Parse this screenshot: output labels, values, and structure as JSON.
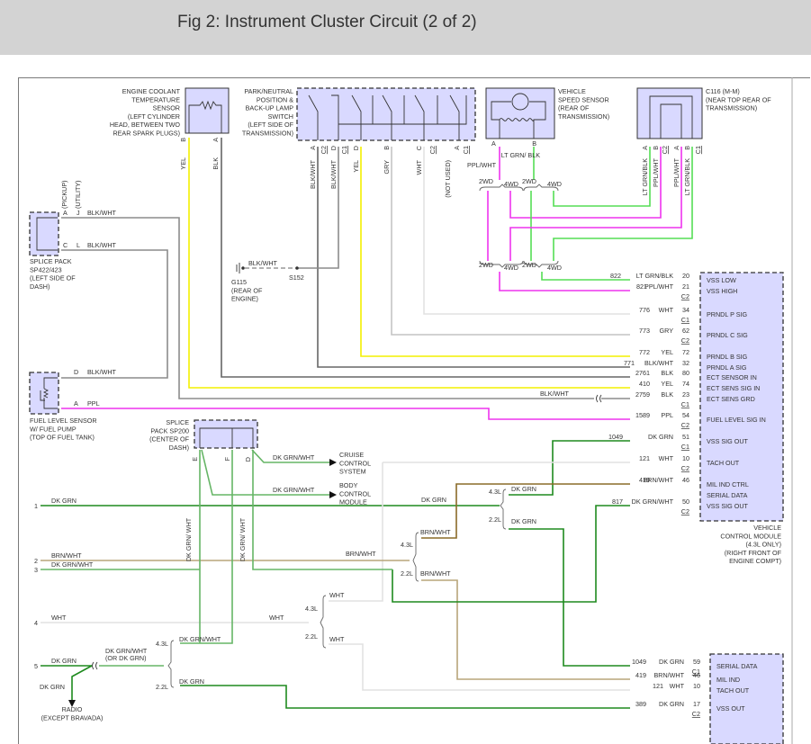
{
  "page_title": "Fig 2: Instrument Cluster Circuit (2 of 2)",
  "components": {
    "ect_sensor": {
      "lines": [
        "ENGINE COOLANT",
        "TEMPERATURE",
        "SENSOR",
        "(LEFT CYLINDER",
        "HEAD, BETWEEN TWO",
        "REAR SPARK PLUGS)"
      ],
      "pins": [
        "B",
        "A"
      ],
      "wires": [
        "YEL",
        "BLK"
      ]
    },
    "pnp_switch": {
      "lines": [
        "PARK/NEUTRAL",
        "POSITION &",
        "BACK-UP LAMP",
        "SWITCH",
        "(LEFT SIDE OF",
        "TRANSMISSION)"
      ],
      "pins": [
        "A",
        "C2",
        "D",
        "C1",
        "D",
        "B",
        "C",
        "C2",
        "A",
        "C1"
      ],
      "wires": [
        "BLK/WHT",
        "BLK/WHT",
        "YEL",
        "GRY",
        "WHT",
        "(NOT USED)"
      ]
    },
    "vss": {
      "lines": [
        "VEHICLE",
        "SPEED SENSOR",
        "(REAR OF",
        "TRANSMISSION)"
      ],
      "pins": [
        "A",
        "B"
      ],
      "wires": [
        "PPL/WHT",
        "LT GRN/ BLK"
      ]
    },
    "c116": {
      "lines": [
        "C116 (M-M)",
        "(NEAR TOP REAR OF",
        "TRANSMISSION)"
      ],
      "pins": [
        "A",
        "B",
        "C2",
        "A",
        "B",
        "C1"
      ],
      "wires": [
        "LT GRN/BLK",
        "PPL/WHT",
        "PPL/WHT",
        "LT GRN/BLK"
      ]
    },
    "splice_sp422": {
      "lines": [
        "SPLICE PACK",
        "SP422/423",
        "(LEFT SIDE OF",
        "DASH)"
      ],
      "pin_a": "A",
      "pin_j": "J",
      "pin_c": "C",
      "pin_l": "L",
      "pickup": "(PICKUP)",
      "utility": "(UTILITY)",
      "wire1": "BLK/WHT",
      "wire2": "BLK/WHT"
    },
    "ground_g115": {
      "lines": [
        "G115",
        "(REAR OF",
        "ENGINE)"
      ],
      "wire": "BLK/WHT",
      "splice": "S152"
    },
    "fuel_sensor": {
      "lines": [
        "FUEL LEVEL SENSOR",
        "W/ FUEL PUMP",
        "(TOP OF FUEL TANK)"
      ],
      "pin_d": "D",
      "wire_d": "BLK/WHT",
      "pin_a": "A",
      "wire_a": "PPL"
    },
    "splice_sp200": {
      "lines": [
        "SPLICE",
        "PACK SP200",
        "(CENTER OF",
        "DASH)"
      ],
      "pins": [
        "E",
        "F",
        "D"
      ]
    },
    "cruise": {
      "lines": [
        "CRUISE",
        "CONTROL",
        "SYSTEM"
      ],
      "wire": "DK GRN/WHT"
    },
    "bcm": {
      "lines": [
        "BODY",
        "CONTROL",
        "MODULE"
      ],
      "wire": "DK GRN/WHT"
    },
    "vcm": {
      "lines": [
        "VEHICLE",
        "CONTROL MODULE",
        "(4.3L ONLY)",
        "(RIGHT FRONT OF",
        "ENGINE COMPT)"
      ]
    },
    "radio": {
      "lines": [
        "RADIO",
        "(EXCEPT BRAVADA)"
      ]
    }
  },
  "drivetrain": {
    "two_wd": "2WD",
    "four_wd": "4WD"
  },
  "engine": {
    "v6": "4.3L",
    "i4": "2.2L"
  },
  "vcm_pins": [
    {
      "circuit": "822",
      "color": "LT GRN/BLK",
      "pin": "20",
      "label": "VSS LOW"
    },
    {
      "circuit": "821",
      "color": "PPL/WHT",
      "pin": "21",
      "label": "VSS HIGH",
      "conn": "C2"
    },
    {
      "circuit": "776",
      "color": "WHT",
      "pin": "34",
      "label": "PRNDL P SIG",
      "conn": "C1"
    },
    {
      "circuit": "773",
      "color": "GRY",
      "pin": "62",
      "label": "PRNDL C SIG",
      "conn": "C2"
    },
    {
      "circuit": "772",
      "color": "YEL",
      "pin": "72",
      "label": "PRNDL B SIG"
    },
    {
      "circuit": "771",
      "color": "BLK/WHT",
      "pin": "32",
      "label": "PRNDL A SIG"
    },
    {
      "circuit": "2761",
      "color": "BLK",
      "pin": "80",
      "label": "ECT SENSOR IN"
    },
    {
      "circuit": "410",
      "color": "YEL",
      "pin": "74",
      "label": "ECT SENS SIG IN"
    },
    {
      "circuit": "2759",
      "color": "BLK",
      "pin": "23",
      "label": "ECT SENS GRD",
      "conn": "C1"
    },
    {
      "circuit": "1589",
      "color": "PPL",
      "pin": "54",
      "label": "FUEL LEVEL SIG IN",
      "conn": "C2"
    },
    {
      "circuit": "1049",
      "color": "DK GRN",
      "pin": "51",
      "label": "VSS SIG OUT",
      "conn": "C1"
    },
    {
      "circuit": "121",
      "color": "WHT",
      "pin": "10",
      "label": "TACH OUT",
      "conn": "C2"
    },
    {
      "circuit": "419",
      "color": "BRN/WHT",
      "pin": "46",
      "label": "MIL IND CTRL"
    },
    {
      "circuit": "",
      "color": "",
      "pin": "",
      "label": "SERIAL DATA"
    },
    {
      "circuit": "817",
      "color": "DK GRN/WHT",
      "pin": "50",
      "label": "VSS SIG OUT",
      "conn": "C2"
    }
  ],
  "ecm_pins": [
    {
      "circuit": "1049",
      "color": "DK GRN",
      "pin": "59",
      "label": "SERIAL DATA",
      "conn": "C1"
    },
    {
      "circuit": "419",
      "color": "BRN/WHT",
      "pin": "46",
      "label": "MIL IND"
    },
    {
      "circuit": "121",
      "color": "WHT",
      "pin": "10",
      "label": "TACH OUT"
    },
    {
      "circuit": "389",
      "color": "DK GRN",
      "pin": "17",
      "label": "VSS OUT",
      "conn": "C2"
    }
  ],
  "left_terminals": [
    {
      "num": "1",
      "wire": "DK GRN"
    },
    {
      "num": "2",
      "wire": "BRN/WHT"
    },
    {
      "num": "3",
      "wire": "DK GRN/WHT"
    },
    {
      "num": "4",
      "wire": "WHT"
    },
    {
      "num": "5",
      "wire": "DK GRN"
    }
  ],
  "mid_labels": {
    "dkgrn_mid": "DK GRN",
    "dkgrn_43": "DK GRN",
    "dkgrn_22": "DK GRN",
    "brnwht_mid": "BRN/WHT",
    "brnwht_43": "BRN/WHT",
    "brnwht_22": "BRN/WHT",
    "wht_mid": "WHT",
    "wht_43": "WHT",
    "wht_22": "WHT",
    "dgw_vert1": "DK GRN/ WHT",
    "dgw_vert2": "DK GRN/ WHT",
    "dgw_43": "DK GRN/WHT",
    "dgw_or": "DK GRN/WHT",
    "dgw_or2": "(OR DK GRN)",
    "dkgrn_22b": "DK GRN",
    "radio_wire": "DK GRN",
    "blkwht_ect": "BLK/WHT"
  }
}
